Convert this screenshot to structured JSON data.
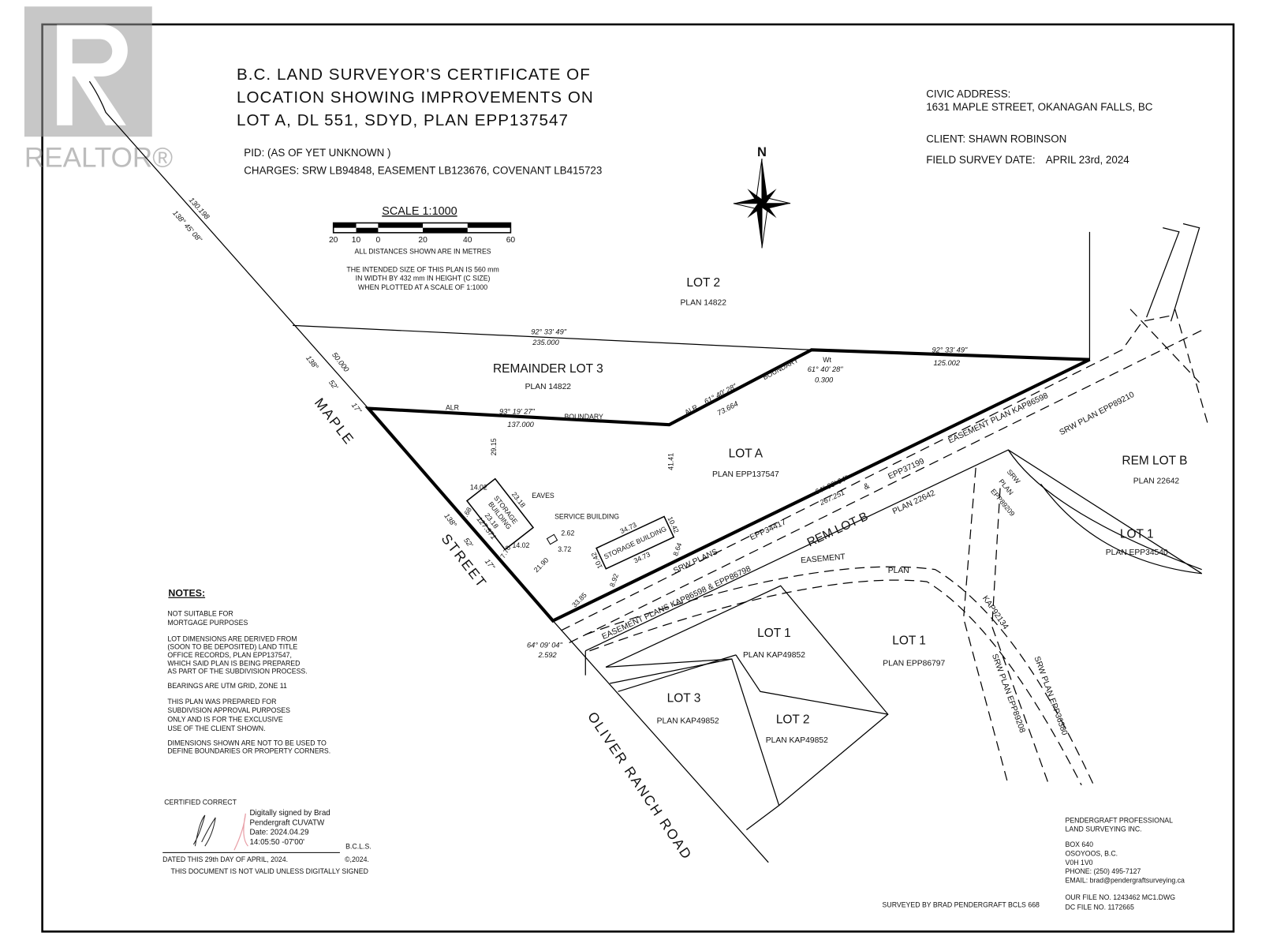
{
  "watermark": {
    "brand": "REALTOR®"
  },
  "title": {
    "lines": [
      "B.C. LAND SURVEYOR'S CERTIFICATE OF",
      "LOCATION SHOWING IMPROVEMENTS ON",
      "LOT A, DL 551, SDYD, PLAN EPP137547"
    ],
    "pid": "PID: (AS OF YET UNKNOWN )",
    "charges": "CHARGES: SRW LB94848, EASEMENT LB123676, COVENANT LB415723"
  },
  "info": {
    "civic_label": "CIVIC ADDRESS:",
    "civic_address": "1631 MAPLE STREET, OKANAGAN FALLS, BC",
    "client": "CLIENT: SHAWN ROBINSON",
    "survey_date_label": "FIELD SURVEY DATE:",
    "survey_date": "APRIL 23rd, 2024"
  },
  "scale": {
    "title": "SCALE 1:1000",
    "ticks": [
      "20",
      "10",
      "0",
      "20",
      "40",
      "60"
    ],
    "units_note": "ALL DISTANCES SHOWN ARE IN METRES",
    "size_note": [
      "THE INTENDED SIZE OF THIS PLAN IS 560 mm",
      "IN WIDTH BY 432 mm IN HEIGHT (C SIZE)",
      "WHEN PLOTTED AT A SCALE OF 1:1000"
    ]
  },
  "north_arrow": {
    "label": "N"
  },
  "lots": {
    "lot2_top": {
      "name": "LOT 2",
      "plan": "PLAN 14822"
    },
    "rem_lot3": {
      "name": "REMAINDER LOT 3",
      "plan": "PLAN 14822"
    },
    "lot_a": {
      "name": "LOT A",
      "plan": "PLAN EPP137547"
    },
    "rem_lot_b_right": {
      "name": "REM LOT B",
      "plan": "PLAN 22642"
    },
    "lot1_epp34540": {
      "name": "LOT 1",
      "plan": "PLAN EPP34540"
    },
    "rem_lot_b": {
      "name": "REM LOT B",
      "plan": "PLAN 22642"
    },
    "lot1_kap": {
      "name": "LOT 1",
      "plan": "PLAN KAP49852"
    },
    "lot2_kap": {
      "name": "LOT 2",
      "plan": "PLAN KAP49852"
    },
    "lot3_kap": {
      "name": "LOT 3",
      "plan": "PLAN KAP49852"
    },
    "lot1_epp86797": {
      "name": "LOT 1",
      "plan": "PLAN EPP86797"
    }
  },
  "roads": {
    "maple": "MAPLE",
    "street": "STREET",
    "oliver": "OLIVER RANCH ROAD"
  },
  "dimensions": {
    "nw_bearing": "138° 45' 08\"",
    "nw_dist": "130.198",
    "top_bearing": "92° 33' 49\"",
    "top_dist": "235.000",
    "maple_n_bearing_a": "138°",
    "maple_n_bearing_b": "52'",
    "maple_n_bearing_c": "17\"",
    "maple_n_dist": "50.000",
    "alr_left": "ALR",
    "alr_bearing": "93° 19' 27\"",
    "alr_dist": "137.000",
    "boundary_left": "BOUNDARY",
    "alr_right": "ALR",
    "alr2_bearing": "61° 40' 28\"",
    "alr2_dist": "73.664",
    "boundary_right": "BOUNDARY",
    "wt": "Wt",
    "wt_bearing": "61° 40' 28\"",
    "wt_dist": "0.300",
    "ne_bearing": "92° 33' 49\"",
    "ne_dist": "125.002",
    "se_bearing": "64° 09' 04\"",
    "se_dist": "267.251",
    "maple_s_a": "138°",
    "maple_s_b": "52'",
    "maple_s_c": "17\"",
    "maple_s_dist": "127.571",
    "corner_bearing": "64° 09' 04\"",
    "corner_dist": "2.592",
    "off_2915": "29.15",
    "off_4141": "41.41",
    "off_2190": "21.90",
    "off_3385": "33.85",
    "off_768": "7.68",
    "off_770": "7.70",
    "off_892": "8.92",
    "off_864": "8.64"
  },
  "buildings": {
    "storage1": {
      "label": "STORAGE BUILDING",
      "w1": "14.02",
      "w2": "14.02",
      "l1": "23.18",
      "l2": "23.18",
      "eaves": "EAVES"
    },
    "service": {
      "label": "SERVICE BUILDING",
      "d1": "2.62",
      "d2": "3.72"
    },
    "storage2": {
      "label": "STORAGE BUILDING",
      "l1": "34.73",
      "l2": "34.73",
      "w1": "10.42",
      "w2": "10.42"
    }
  },
  "easements": {
    "srw_plans": "SRW PLANS",
    "epp34417": "EPP34417",
    "amp": "&",
    "epp37199": "EPP37199",
    "easement_kap86598": "EASEMENT PLAN KAP86598",
    "srw_epp89210": "SRW PLAN EPP89210",
    "srw_epp89209": [
      "SRW",
      "PLAN",
      "EPP89209"
    ],
    "easement_plans": "EASEMENT PLANS KAP86598 & EPP86798",
    "easement": "EASEMENT",
    "plan": "PLAN",
    "kap92134": "KAP92134",
    "srw_epp89208": "SRW PLAN EPP89208",
    "srw_epp36380": "SRW PLAN EPP36380"
  },
  "notes": {
    "heading": "NOTES:",
    "items": [
      [
        "NOT SUITABLE FOR",
        "MORTGAGE PURPOSES"
      ],
      [
        "LOT DIMENSIONS ARE DERIVED FROM",
        "(SOON TO BE DEPOSITED) LAND TITLE",
        "OFFICE RECORDS, PLAN EPP137547,",
        "WHICH SAID PLAN IS BEING PREPARED",
        "AS PART OF THE SUBDIVISION PROCESS."
      ],
      [
        "BEARINGS ARE UTM GRID, ZONE 11"
      ],
      [
        "THIS PLAN WAS PREPARED FOR",
        "SUBDIVISION APPROVAL PURPOSES",
        "ONLY AND IS FOR THE EXCLUSIVE",
        "USE OF THE CLIENT SHOWN."
      ],
      [
        "DIMENSIONS SHOWN ARE NOT TO BE USED TO",
        "DEFINE BOUNDARIES OR PROPERTY CORNERS."
      ]
    ]
  },
  "certification": {
    "certified": "CERTIFIED CORRECT",
    "digital_sig": [
      "Digitally signed by Brad",
      "Pendergraft CUVATW",
      "Date: 2024.04.29",
      "14:05:50 -07'00'"
    ],
    "bcls": "B.C.L.S.",
    "dated": "DATED THIS 29th DAY OF APRIL, 2024.",
    "copyright": "©,2024.",
    "validity": "THIS DOCUMENT IS NOT VALID UNLESS DIGITALLY SIGNED"
  },
  "firm": {
    "name": [
      "PENDERGRAFT PROFESSIONAL",
      "LAND SURVEYING INC."
    ],
    "address": [
      "BOX 640",
      "OSOYOOS, B.C.",
      "V0H 1V0",
      "PHONE: (250) 495-7127",
      "EMAIL:  brad@pendergraftsurveying.ca"
    ],
    "our_file": "OUR FILE NO. 1243462 MC1.DWG",
    "dc_file": "DC FILE NO. 1172665",
    "surveyed_by": "SURVEYED BY BRAD PENDERGRAFT BCLS 668"
  }
}
